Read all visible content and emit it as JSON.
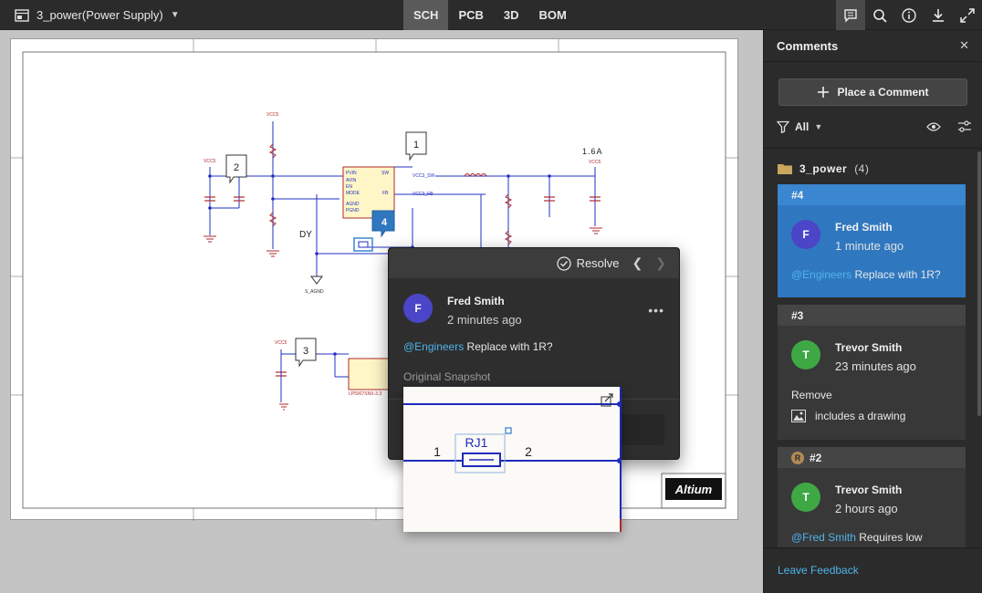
{
  "header": {
    "doc_title": "3_power(Power Supply)",
    "tabs": [
      {
        "label": "SCH",
        "active": true
      },
      {
        "label": "PCB",
        "active": false
      },
      {
        "label": "3D",
        "active": false
      },
      {
        "label": "BOM",
        "active": false
      }
    ],
    "tools": [
      "comments-icon",
      "search-icon",
      "info-icon",
      "download-icon",
      "fullscreen-icon"
    ]
  },
  "schematic": {
    "title_block_logo": "Altium",
    "labels": {
      "vcc5": "VCC5",
      "dy": "DY",
      "s_agnd": "S_AGND",
      "current": "1.6A",
      "vcc3_sw": "VCC3_SW",
      "vcc3_fb": "VCC3_FB",
      "u2": "LP5907SNX-3.3"
    },
    "markers": [
      {
        "num": "1"
      },
      {
        "num": "2"
      },
      {
        "num": "3"
      },
      {
        "num": "4",
        "selected": true
      }
    ]
  },
  "popup": {
    "resolve_label": "Resolve",
    "user": {
      "initial": "F",
      "name": "Fred Smith",
      "time": "2 minutes ago"
    },
    "mention": "@Engineers",
    "text": " Replace with 1R?",
    "snapshot_label": "Original Snapshot",
    "snapshot": {
      "component": "RJ1",
      "pin1": "1",
      "pin2": "2"
    }
  },
  "panel": {
    "title": "Comments",
    "place_button": "Place a Comment",
    "filter_label": "All",
    "group": {
      "name": "3_power",
      "count": "(4)"
    },
    "cards": [
      {
        "num": "#4",
        "initial": "F",
        "name": "Fred Smith",
        "time": "1 minute ago",
        "mention": "@Engineers",
        "text": " Replace with 1R?"
      },
      {
        "num": "#3",
        "initial": "T",
        "name": "Trevor Smith",
        "time": "23 minutes ago",
        "text": "Remove",
        "drawing": "includes a drawing"
      },
      {
        "num": "#2",
        "badge": "R",
        "initial": "T",
        "name": "Trevor Smith",
        "time": "2 hours ago",
        "mention": "@Fred Smith",
        "text": " Requires low"
      }
    ],
    "feedback": "Leave Feedback"
  },
  "colors": {
    "accent_blue": "#2f78c0",
    "mention": "#4fb3ea",
    "avatar_f": "#4b45c8",
    "avatar_t": "#3ea845",
    "wire": "#1e2bbd",
    "component_red": "#b02a2a"
  }
}
